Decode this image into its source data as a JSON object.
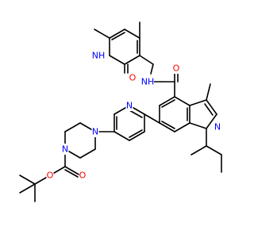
{
  "molecule": {
    "atom_labels": {
      "nh_pyridone": "NH",
      "o_pyridone": "O",
      "nh_amide": "NH",
      "o_amide": "O",
      "n_indole": "N",
      "n_pyridine": "N",
      "n_pip_top": "N",
      "n_pip_bottom": "N",
      "o_carbonyl": "O",
      "o_ester": "O"
    },
    "colors": {
      "bond": "#000000",
      "nitrogen": "#0000ff",
      "oxygen": "#ff0000"
    },
    "label_elements": {
      "nh_pyridone": "N",
      "o_pyridone": "O",
      "nh_amide": "N",
      "o_amide": "O",
      "n_indole": "N",
      "n_pyridine": "N",
      "n_pip_top": "N",
      "n_pip_bottom": "N",
      "o_carbonyl": "O",
      "o_ester": "O"
    }
  }
}
